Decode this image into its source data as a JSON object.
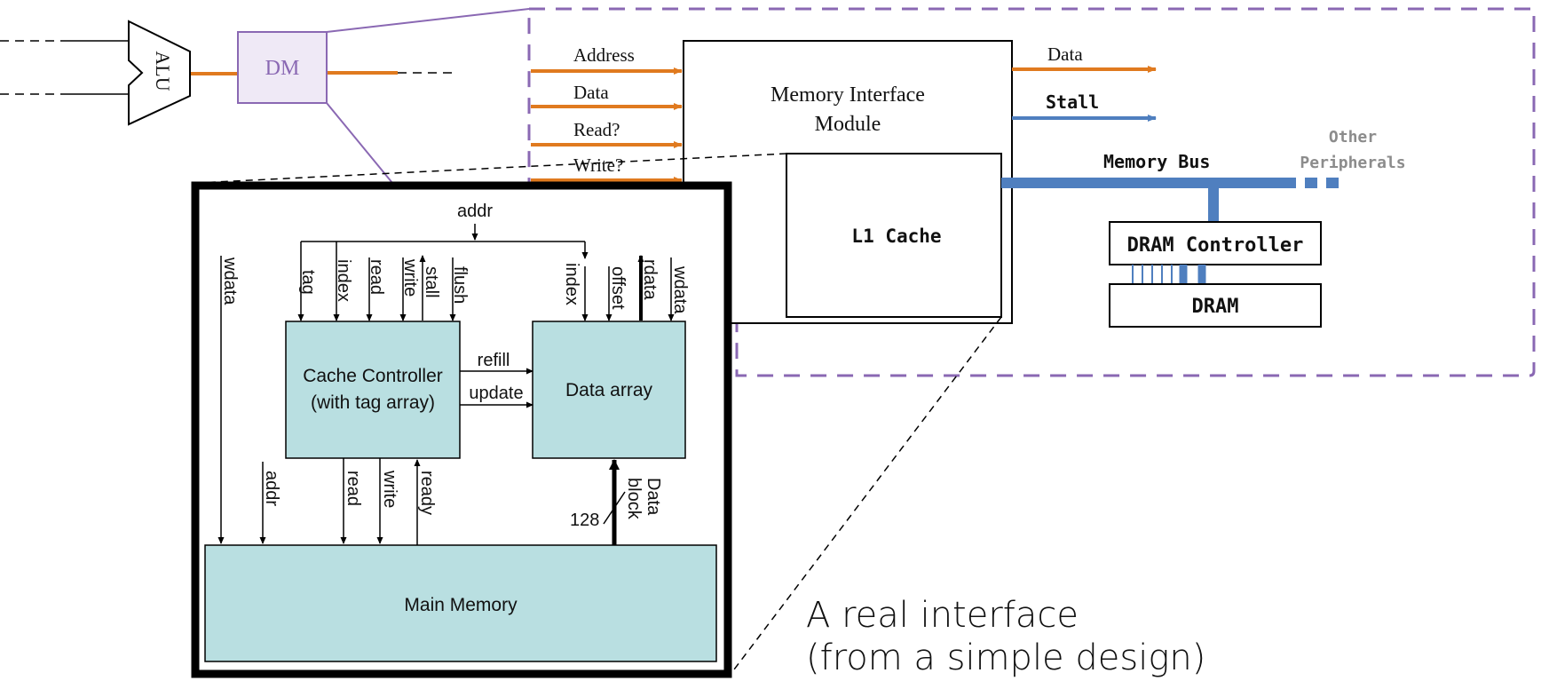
{
  "colors": {
    "orange": "#e07a1f",
    "blue": "#4f7fbf",
    "purple": "#8a68b3",
    "dm_fill": "#efe9f6",
    "teal": "#b9dfe1",
    "black": "#000000"
  },
  "datapath": {
    "alu_label": "ALU",
    "dm_label": "DM"
  },
  "memory_interface": {
    "inputs": [
      "Address",
      "Data",
      "Read?",
      "Write?"
    ],
    "module_title_line1": "Memory Interface",
    "module_title_line2": "Module",
    "output_data": "Data",
    "output_stall": "Stall",
    "l1_cache": "L1 Cache",
    "memory_bus": "Memory Bus",
    "other_line1": "Other",
    "other_line2": "Peripherals",
    "dram_controller": "DRAM Controller",
    "dram": "DRAM"
  },
  "cache_detail": {
    "addr_top": "addr",
    "wdata_left": "wdata",
    "controller_signals": [
      "tag",
      "index",
      "read",
      "write",
      "stall",
      "flush"
    ],
    "array_signals": [
      "index",
      "offset",
      "rdata",
      "wdata"
    ],
    "controller_line1": "Cache Controller",
    "controller_line2": "(with tag array)",
    "data_array": "Data array",
    "refill": "refill",
    "update": "update",
    "addr_mid": "addr",
    "read_bottom": "read",
    "write_bottom": "write",
    "ready_bottom": "ready",
    "width": "128",
    "data_block_line1": "Data",
    "data_block_line2": "block",
    "main_memory": "Main Memory"
  },
  "caption": {
    "line1": "A real interface",
    "line2": "(from a simple design)"
  }
}
